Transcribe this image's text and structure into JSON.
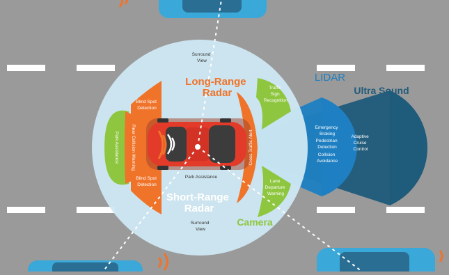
{
  "colors": {
    "road": "#9a9a9a",
    "lane": "#ffffff",
    "coverage": "#cfe8f3",
    "radar": "#f0732a",
    "camera": "#8ec63f",
    "lidar": "#1e7fc2",
    "ultrasound": "#1f5b7a",
    "car_body": "#e23b2a",
    "car_blue": "#3aa8d8"
  },
  "labels": {
    "surround_view_top": [
      "Surround",
      "View"
    ],
    "surround_view_bottom": [
      "Surround",
      "View"
    ],
    "long_range_radar": [
      "Long-Range",
      "Radar"
    ],
    "short_range_radar": [
      "Short-Range",
      "Radar"
    ],
    "camera": "Camera",
    "lidar": "LIDAR",
    "ultra_sound": "Ultra Sound",
    "blind_spot_top": [
      "Blind Spot",
      "Detection"
    ],
    "blind_spot_bottom": [
      "Blind Spot",
      "Detection"
    ],
    "rear_collision": "Rear Collision Warning",
    "park_assistance_side": "Park Assistance",
    "park_assistance_bottom": "Park Assistance",
    "traffic_sign": [
      "Traffic",
      "Sign",
      "Recognition"
    ],
    "cross_traffic": "Cross Traffic Alert",
    "lane_departure": [
      "Lane",
      "Departure",
      "Warning"
    ],
    "emergency_braking": [
      "Emergency",
      "Braking"
    ],
    "pedestrian_detection": [
      "Pedestrian",
      "Detection"
    ],
    "collision_avoidance": [
      "Collision",
      "Avoidance"
    ],
    "adaptive_cruise": [
      "Adaptive",
      "Cruise",
      "Control"
    ]
  },
  "icons": {
    "car_top": "car-icon",
    "car_bottom_left": "car-icon",
    "car_bottom_right": "car-icon",
    "signal_waves": "radio-waves-icon"
  }
}
